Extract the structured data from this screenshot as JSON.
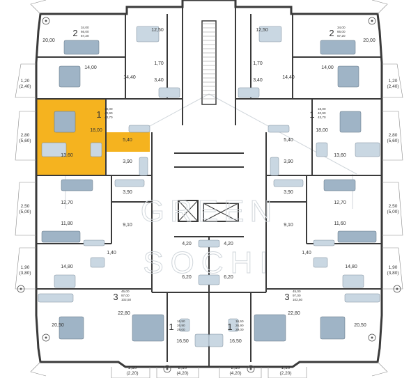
{
  "plan": {
    "highlight_color": "#f5b31f",
    "wall_color": "#3a3a3a",
    "furniture_color": "#9fb4c6",
    "watermark": {
      "line1": "GREEN",
      "line2": "SOCHI",
      "color": "#d0d6db"
    },
    "apartments": [
      {
        "id": "apt-tl",
        "rooms": "2",
        "areas": [
          "34,00",
          "66,00",
          "67,20"
        ]
      },
      {
        "id": "apt-tr",
        "rooms": "2",
        "areas": [
          "34,00",
          "66,00",
          "67,20"
        ]
      },
      {
        "id": "apt-ml",
        "rooms": "1",
        "areas": [
          "18,00",
          "40,90",
          "43,70"
        ],
        "highlighted": true
      },
      {
        "id": "apt-mr",
        "rooms": "1",
        "areas": [
          "18,00",
          "40,90",
          "43,70"
        ]
      },
      {
        "id": "apt-bl",
        "rooms": "3",
        "areas": [
          "45,00",
          "97,00",
          "102,50"
        ]
      },
      {
        "id": "apt-br",
        "rooms": "3",
        "areas": [
          "45,00",
          "97,00",
          "102,50"
        ]
      },
      {
        "id": "apt-cl",
        "rooms": "1",
        "areas": [
          "16,50",
          "26,90",
          "29,00"
        ]
      },
      {
        "id": "apt-cr",
        "rooms": "1",
        "areas": [
          "16,50",
          "26,90",
          "29,00"
        ]
      }
    ],
    "room_labels": [
      "20,00",
      "12,50",
      "14,00",
      "14,40",
      "1,70",
      "3,40",
      "12,50",
      "20,00",
      "14,40",
      "1,70",
      "3,40",
      "14,00",
      "18,00",
      "5,40",
      "13,60",
      "3,90",
      "18,00",
      "5,40",
      "13,60",
      "3,90",
      "3,90",
      "12,70",
      "11,80",
      "9,10",
      "3,90",
      "12,70",
      "11,60",
      "9,10",
      "1,40",
      "14,80",
      "20,50",
      "22,80",
      "1,40",
      "14,80",
      "20,50",
      "22,80",
      "4,20",
      "4,20",
      "6,20",
      "6,20",
      "16,50",
      "16,50"
    ],
    "balconies": [
      {
        "top": "1,20",
        "bottom": "(2,40)"
      },
      {
        "top": "1,20",
        "bottom": "(2,40)"
      },
      {
        "top": "2,80",
        "bottom": "(5,60)"
      },
      {
        "top": "2,80",
        "bottom": "(5,60)"
      },
      {
        "top": "2,50",
        "bottom": "(5,00)"
      },
      {
        "top": "2,50",
        "bottom": "(5,00)"
      },
      {
        "top": "1,90",
        "bottom": "(3,80)"
      },
      {
        "top": "1,90",
        "bottom": "(3,80)"
      },
      {
        "top": "1,10",
        "bottom": "(2,20)"
      },
      {
        "top": "2,10",
        "bottom": "(4,20)"
      },
      {
        "top": "2,10",
        "bottom": "(4,20)"
      },
      {
        "top": "1,10",
        "bottom": "(2,20)"
      }
    ]
  }
}
